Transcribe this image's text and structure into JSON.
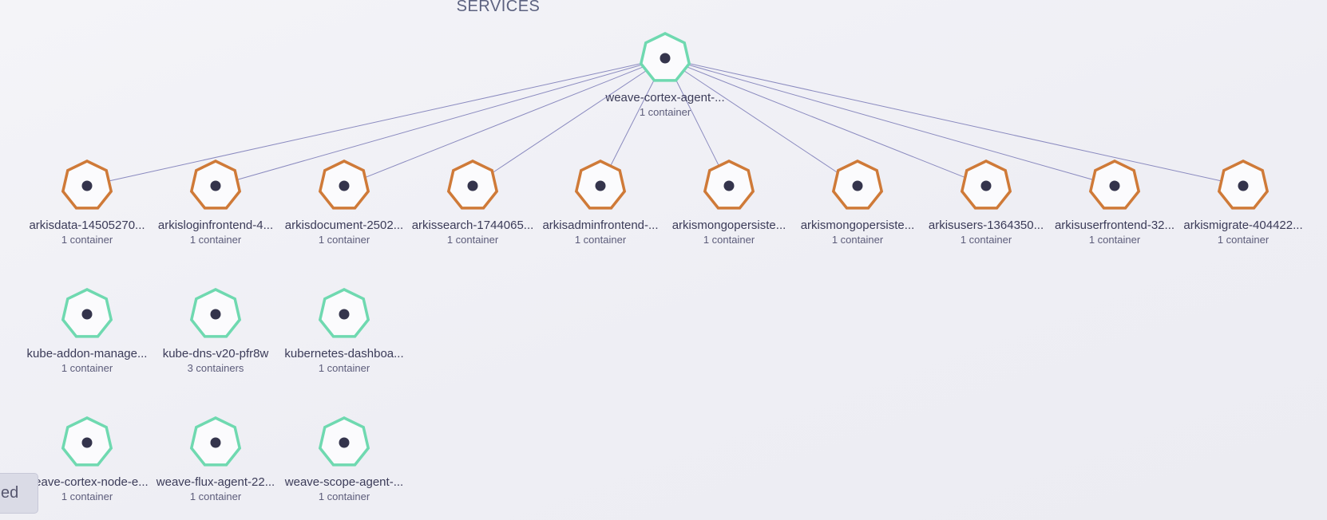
{
  "section_title": "SERVICES",
  "colors": {
    "ok": "#6fd9b0",
    "warn": "#cf7a38",
    "edge": "#8a8abf",
    "dot": "#34344c"
  },
  "hub": {
    "label": "weave-cortex-agent-...",
    "sub": "1 container",
    "status": "ok"
  },
  "nodes": [
    {
      "id": "arkisdata",
      "label": "arkisdata-14505270...",
      "sub": "1 container",
      "status": "warn",
      "linked": true
    },
    {
      "id": "arkisloginfrontend",
      "label": "arkisloginfrontend-4...",
      "sub": "1 container",
      "status": "warn",
      "linked": true
    },
    {
      "id": "arkisdocument",
      "label": "arkisdocument-2502...",
      "sub": "1 container",
      "status": "warn",
      "linked": true
    },
    {
      "id": "arkissearch",
      "label": "arkissearch-1744065...",
      "sub": "1 container",
      "status": "warn",
      "linked": true
    },
    {
      "id": "arkisadminfrontend",
      "label": "arkisadminfrontend-...",
      "sub": "1 container",
      "status": "warn",
      "linked": true
    },
    {
      "id": "arkismongopersiste-1",
      "label": "arkismongopersiste...",
      "sub": "1 container",
      "status": "warn",
      "linked": true
    },
    {
      "id": "arkismongopersiste-2",
      "label": "arkismongopersiste...",
      "sub": "1 container",
      "status": "warn",
      "linked": true
    },
    {
      "id": "arkisusers",
      "label": "arkisusers-1364350...",
      "sub": "1 container",
      "status": "warn",
      "linked": true
    },
    {
      "id": "arkisuserfrontend",
      "label": "arkisuserfrontend-32...",
      "sub": "1 container",
      "status": "warn",
      "linked": true
    },
    {
      "id": "arkismigrate",
      "label": "arkismigrate-404422...",
      "sub": "1 container",
      "status": "warn",
      "linked": true
    },
    {
      "id": "kube-addon-manager",
      "label": "kube-addon-manage...",
      "sub": "1 container",
      "status": "ok",
      "linked": false
    },
    {
      "id": "kube-dns",
      "label": "kube-dns-v20-pfr8w",
      "sub": "3 containers",
      "status": "ok",
      "linked": false
    },
    {
      "id": "kubernetes-dashboard",
      "label": "kubernetes-dashboa...",
      "sub": "1 container",
      "status": "ok",
      "linked": false
    },
    {
      "id": "weave-cortex-node-e",
      "label": "weave-cortex-node-e...",
      "sub": "1 container",
      "status": "ok",
      "linked": false
    },
    {
      "id": "weave-flux-agent",
      "label": "weave-flux-agent-22...",
      "sub": "1 container",
      "status": "ok",
      "linked": false
    },
    {
      "id": "weave-scope-agent",
      "label": "weave-scope-agent-...",
      "sub": "1 container",
      "status": "ok",
      "linked": false
    }
  ],
  "hidden_button": "ed"
}
